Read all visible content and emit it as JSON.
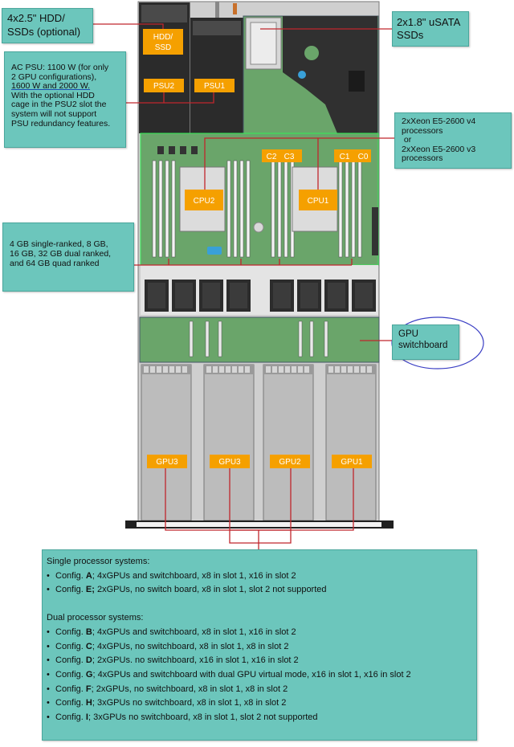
{
  "callouts": {
    "hdd": [
      "4x2.5\" HDD/",
      "SSDs (optional)"
    ],
    "psu": {
      "line1": "AC PSU: 1100 W (for only",
      "line2": "2 GPU configurations),",
      "line3": "1600 W and 2000 W.",
      "note": [
        "With the optional HDD",
        "cage in the PSU2 slot the",
        "system will not support",
        "PSU redundancy features."
      ]
    },
    "usata": [
      "2x1.8\" uSATA",
      "SSDs"
    ],
    "cpu": [
      "2xXeon E5-2600 v4",
      "processors",
      " or",
      "2xXeon E5-2600 v3",
      "processors"
    ],
    "memory": [
      "4 GB single-ranked, 8 GB,",
      "16 GB, 32 GB dual ranked,",
      "and 64 GB quad ranked"
    ],
    "gpu_switchboard": [
      "GPU",
      "switchboard"
    ]
  },
  "board_labels": {
    "hdd_ssd": [
      "HDD/",
      "SSD"
    ],
    "psu2": "PSU2",
    "psu1": "PSU1",
    "cpu2": "CPU2",
    "cpu1": "CPU1",
    "c2": "C2",
    "c3": "C3",
    "c1": "C1",
    "c0": "C0",
    "gpus": [
      "GPU3",
      "GPU3",
      "GPU2",
      "GPU1"
    ]
  },
  "configs": {
    "single_heading": "Single processor systems:",
    "single": [
      {
        "prefix": "Config. ",
        "letter": "A",
        "text": "; 4xGPUs and switchboard, x8 in slot 1, x16 in slot 2"
      },
      {
        "prefix": "Config. ",
        "letter": "E;",
        "text": " 2xGPUs, no switch board, x8 in slot 1, slot 2 not supported"
      }
    ],
    "dual_heading": "Dual processor systems:",
    "dual": [
      {
        "prefix": "Config. ",
        "letter": "B",
        "text": "; 4xGPUs and switchboard, x8 in slot 1, x16 in slot 2"
      },
      {
        "prefix": "Config. ",
        "letter": "C",
        "text": "; 4xGPUs, no switchboard, x8 in slot 1, x8 in slot 2"
      },
      {
        "prefix": "Config. ",
        "letter": "D",
        "text": "; 2xGPUs. no switchboard, x16 in slot 1, x16 in slot 2"
      },
      {
        "prefix": "Config. ",
        "letter": "G",
        "text": "; 4xGPUs and switchboard with dual GPU virtual mode, x16 in slot 1, x16 in slot 2"
      },
      {
        "prefix": "Config. ",
        "letter": "F",
        "text": "; 2xGPUs, no switchboard, x8 in slot 1, x8 in slot 2"
      },
      {
        "prefix": "Config. ",
        "letter": "H",
        "text": "; 3xGPUs no switchboard, x8 in slot 1, x8 in slot 2"
      },
      {
        "prefix": "Config. ",
        "letter": "I",
        "text": "; 3xGPUs no switchboard, x8 in slot 1, slot 2 not supported"
      }
    ]
  },
  "colors": {
    "callout_fill": "#6cc6bc",
    "label_fill": "#f5a000",
    "board_green": "#6aa56a",
    "connector_red": "#c0262c",
    "switchboard_ellipse": "#3b3fc4"
  }
}
